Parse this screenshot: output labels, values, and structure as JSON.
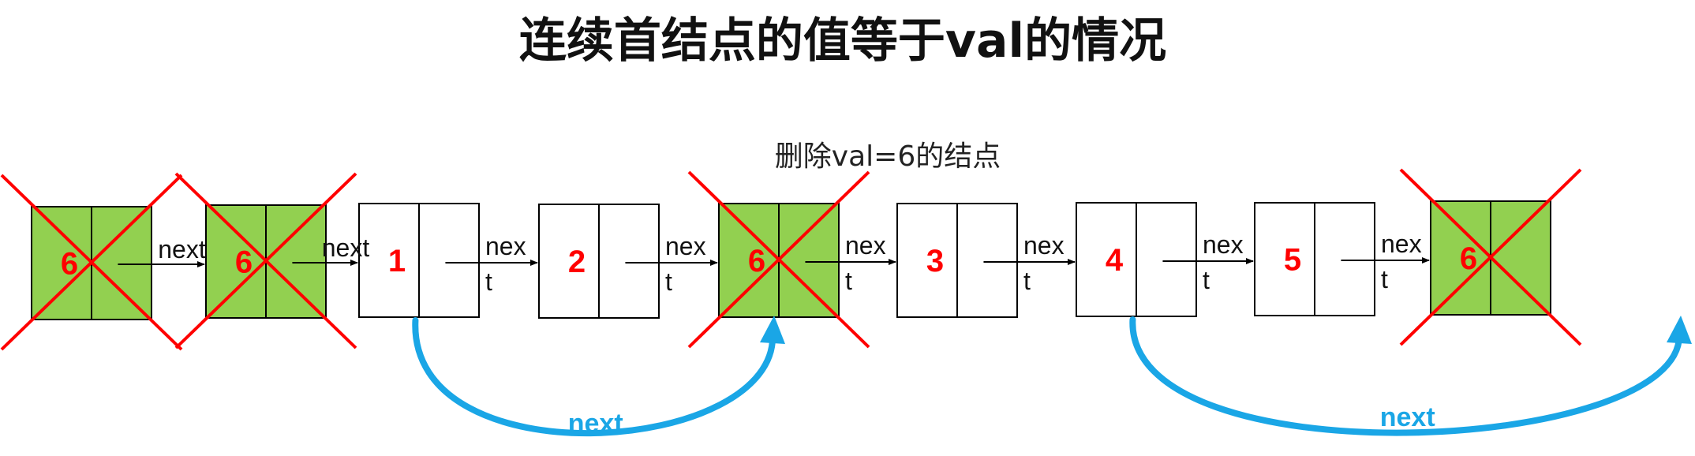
{
  "title": "连续首结点的值等于val的情况",
  "subtitle": "删除val=6的结点",
  "colors": {
    "deleted_fill": "#92d050",
    "node_fill": "#ffffff",
    "node_stroke": "#000000",
    "value_text": "#ff0000",
    "cross": "#ff0000",
    "bypass_arrow": "#1aa6e6"
  },
  "nodes": [
    {
      "value": "6",
      "deleted": true
    },
    {
      "value": "6",
      "deleted": true
    },
    {
      "value": "1",
      "deleted": false
    },
    {
      "value": "2",
      "deleted": false
    },
    {
      "value": "6",
      "deleted": true
    },
    {
      "value": "3",
      "deleted": false
    },
    {
      "value": "4",
      "deleted": false
    },
    {
      "value": "5",
      "deleted": false
    },
    {
      "value": "6",
      "deleted": true
    }
  ],
  "links": [
    {
      "text": [
        "next"
      ]
    },
    {
      "text": [
        "next"
      ]
    },
    {
      "text": [
        "nex",
        "t"
      ]
    },
    {
      "text": [
        "nex",
        "t"
      ]
    },
    {
      "text": [
        "nex",
        "t"
      ]
    },
    {
      "text": [
        "nex",
        "t"
      ]
    },
    {
      "text": [
        "nex",
        "t"
      ]
    },
    {
      "text": [
        "nex",
        "t"
      ]
    }
  ],
  "bypass": [
    {
      "from_node": 3,
      "to_node": 5,
      "label": "next"
    },
    {
      "from_node": 7,
      "to_node": 9,
      "label": "next"
    }
  ]
}
